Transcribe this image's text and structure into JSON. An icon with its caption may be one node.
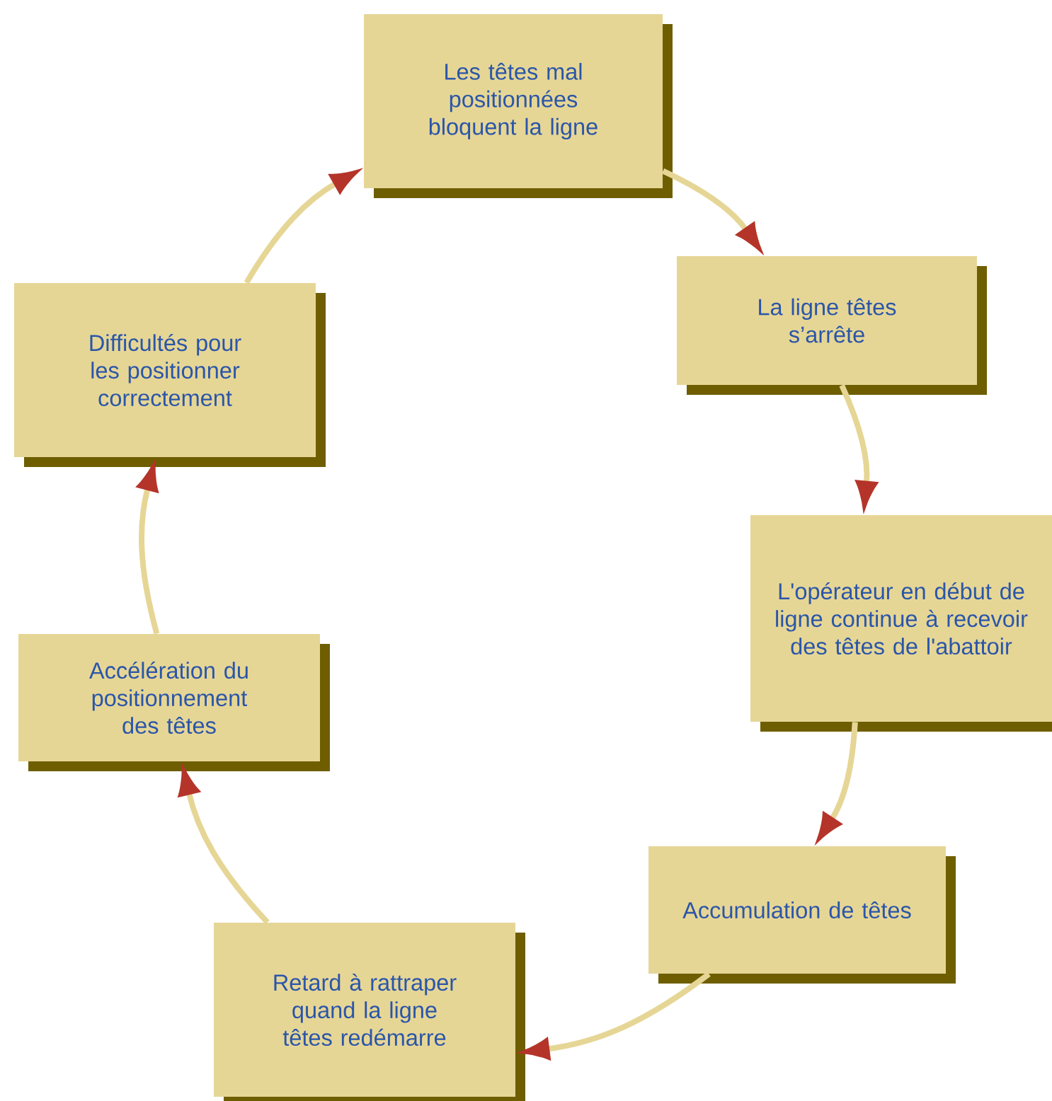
{
  "diagram": {
    "nodes": [
      {
        "text": [
          "Les têtes mal positionnées bloquent la ligne"
        ]
      },
      {
        "text": [
          "La ligne têtes s’arrête"
        ]
      },
      {
        "text": [
          "L'opérateur en début de ligne continue à recevoir des têtes de l'abattoir"
        ]
      },
      {
        "text": [
          "Accumulation de têtes"
        ]
      },
      {
        "text": [
          "Retard à rattraper quand la ligne têtes redémarre"
        ]
      },
      {
        "text": [
          "Accélération du positionnement des têtes"
        ]
      },
      {
        "text": [
          "Difficultés pour les positionner correctement"
        ]
      }
    ],
    "edges": [
      {
        "from": 0,
        "to": 1,
        "arrow": "to"
      },
      {
        "from": 1,
        "to": 2,
        "arrow": "to"
      },
      {
        "from": 2,
        "to": 3,
        "arrow": "to"
      },
      {
        "from": 3,
        "to": 4,
        "arrow": "to"
      },
      {
        "from": 4,
        "to": 5,
        "arrow": "to"
      },
      {
        "from": 5,
        "to": 6,
        "arrow": "to"
      },
      {
        "from": 6,
        "to": 0,
        "arrow": "to"
      }
    ]
  }
}
